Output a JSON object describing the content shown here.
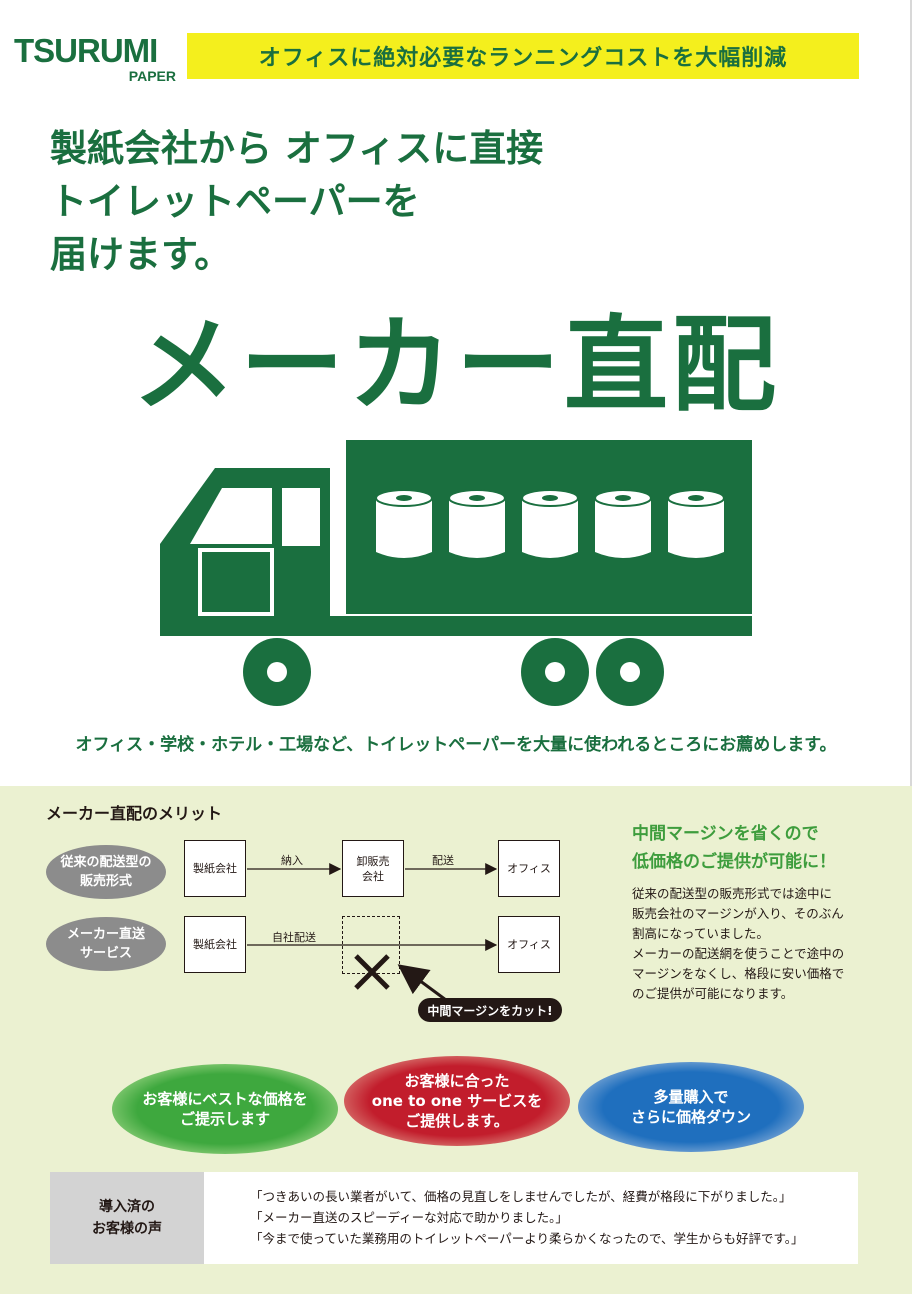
{
  "header": {
    "logo_main": "TSURUMI",
    "logo_sub": "PAPER",
    "tagline": "オフィスに絶対必要なランニングコストを大幅削減"
  },
  "headline": {
    "line1": "製紙会社から オフィスに直接",
    "line2": "トイレットペーパーを",
    "line3": "届けます。"
  },
  "big_title": "メーカー直配",
  "usage_text": "オフィス・学校・ホテル・工場など、トイレットペーパーを大量に使われるところにお薦めします。",
  "colors": {
    "brand_green": "#1a6f3f",
    "tagline_yellow": "#f4ef1d",
    "panel_bg": "#ebf1d1",
    "accent_green": "#3e9d3d",
    "blob_green": "#3ea83e",
    "blob_red": "#c21d2c",
    "blob_blue": "#1f6fbe"
  },
  "merit": {
    "title": "メーカー直配のメリット",
    "row1": {
      "label": "従来の配送型の販売形式",
      "box1": "製紙会社",
      "arrow1": "納入",
      "box2": "卸販売会社",
      "arrow2": "配送",
      "box3": "オフィス"
    },
    "row2": {
      "label": "メーカー直送サービス",
      "box1": "製紙会社",
      "arrow1": "自社配送",
      "box3": "オフィス"
    },
    "cut_badge": "中間マージンをカット!",
    "side_head_line1": "中間マージンを省くので",
    "side_head_line2": "低価格のご提供が可能に！",
    "side_body": [
      "従来の配送型の販売形式では途中に",
      "販売会社のマージンが入り、そのぶん",
      "割高になっていました。",
      "メーカーの配送網を使うことで途中の",
      "マージンをなくし、格段に安い価格で",
      "のご提供が可能になります。"
    ]
  },
  "blobs": {
    "green": [
      "お客様にベストな価格を",
      "ご提示します"
    ],
    "red": [
      "お客様に合った",
      "one to one サービスを",
      "ご提供します。"
    ],
    "blue": [
      "多量購入で",
      "さらに価格ダウン"
    ]
  },
  "voice": {
    "label_line1": "導入済の",
    "label_line2": "お客様の声",
    "items": [
      "「つきあいの長い業者がいて、価格の見直しをしませんでしたが、経費が格段に下がりました。」",
      "「メーカー直送のスピーディーな対応で助かりました。」",
      "「今まで使っていた業務用のトイレットペーパーより柔らかくなったので、学生からも好評です。」"
    ]
  }
}
